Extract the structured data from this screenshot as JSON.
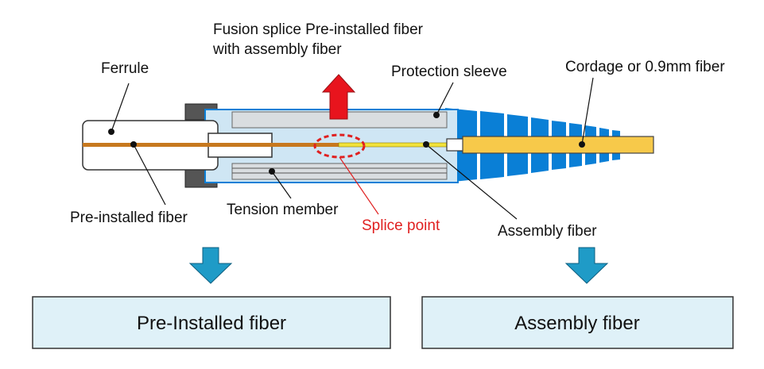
{
  "labels": {
    "fusion_line1": "Fusion splice Pre-installed fiber",
    "fusion_line2": "with assembly fiber",
    "ferrule": "Ferrule",
    "protection_sleeve": "Protection sleeve",
    "cordage": "Cordage or 0.9mm fiber",
    "pre_installed_fiber": "Pre-installed fiber",
    "tension_member": "Tension member",
    "splice_point": "Splice point",
    "assembly_fiber": "Assembly fiber"
  },
  "boxes": {
    "left": "Pre-Installed fiber",
    "right": "Assembly fiber"
  },
  "colors": {
    "sleeve_fill": "#cfe6f4",
    "boot_blue": "#0a7fd6",
    "cordage_yellow": "#f7c94a",
    "red_arrow": "#e8141d",
    "splice_red": "#e02020",
    "down_arrow": "#1f9bc7",
    "box_fill": "#dff1f8",
    "fiber_orange": "#c7781e",
    "fiber_yellow": "#f2e23a"
  }
}
